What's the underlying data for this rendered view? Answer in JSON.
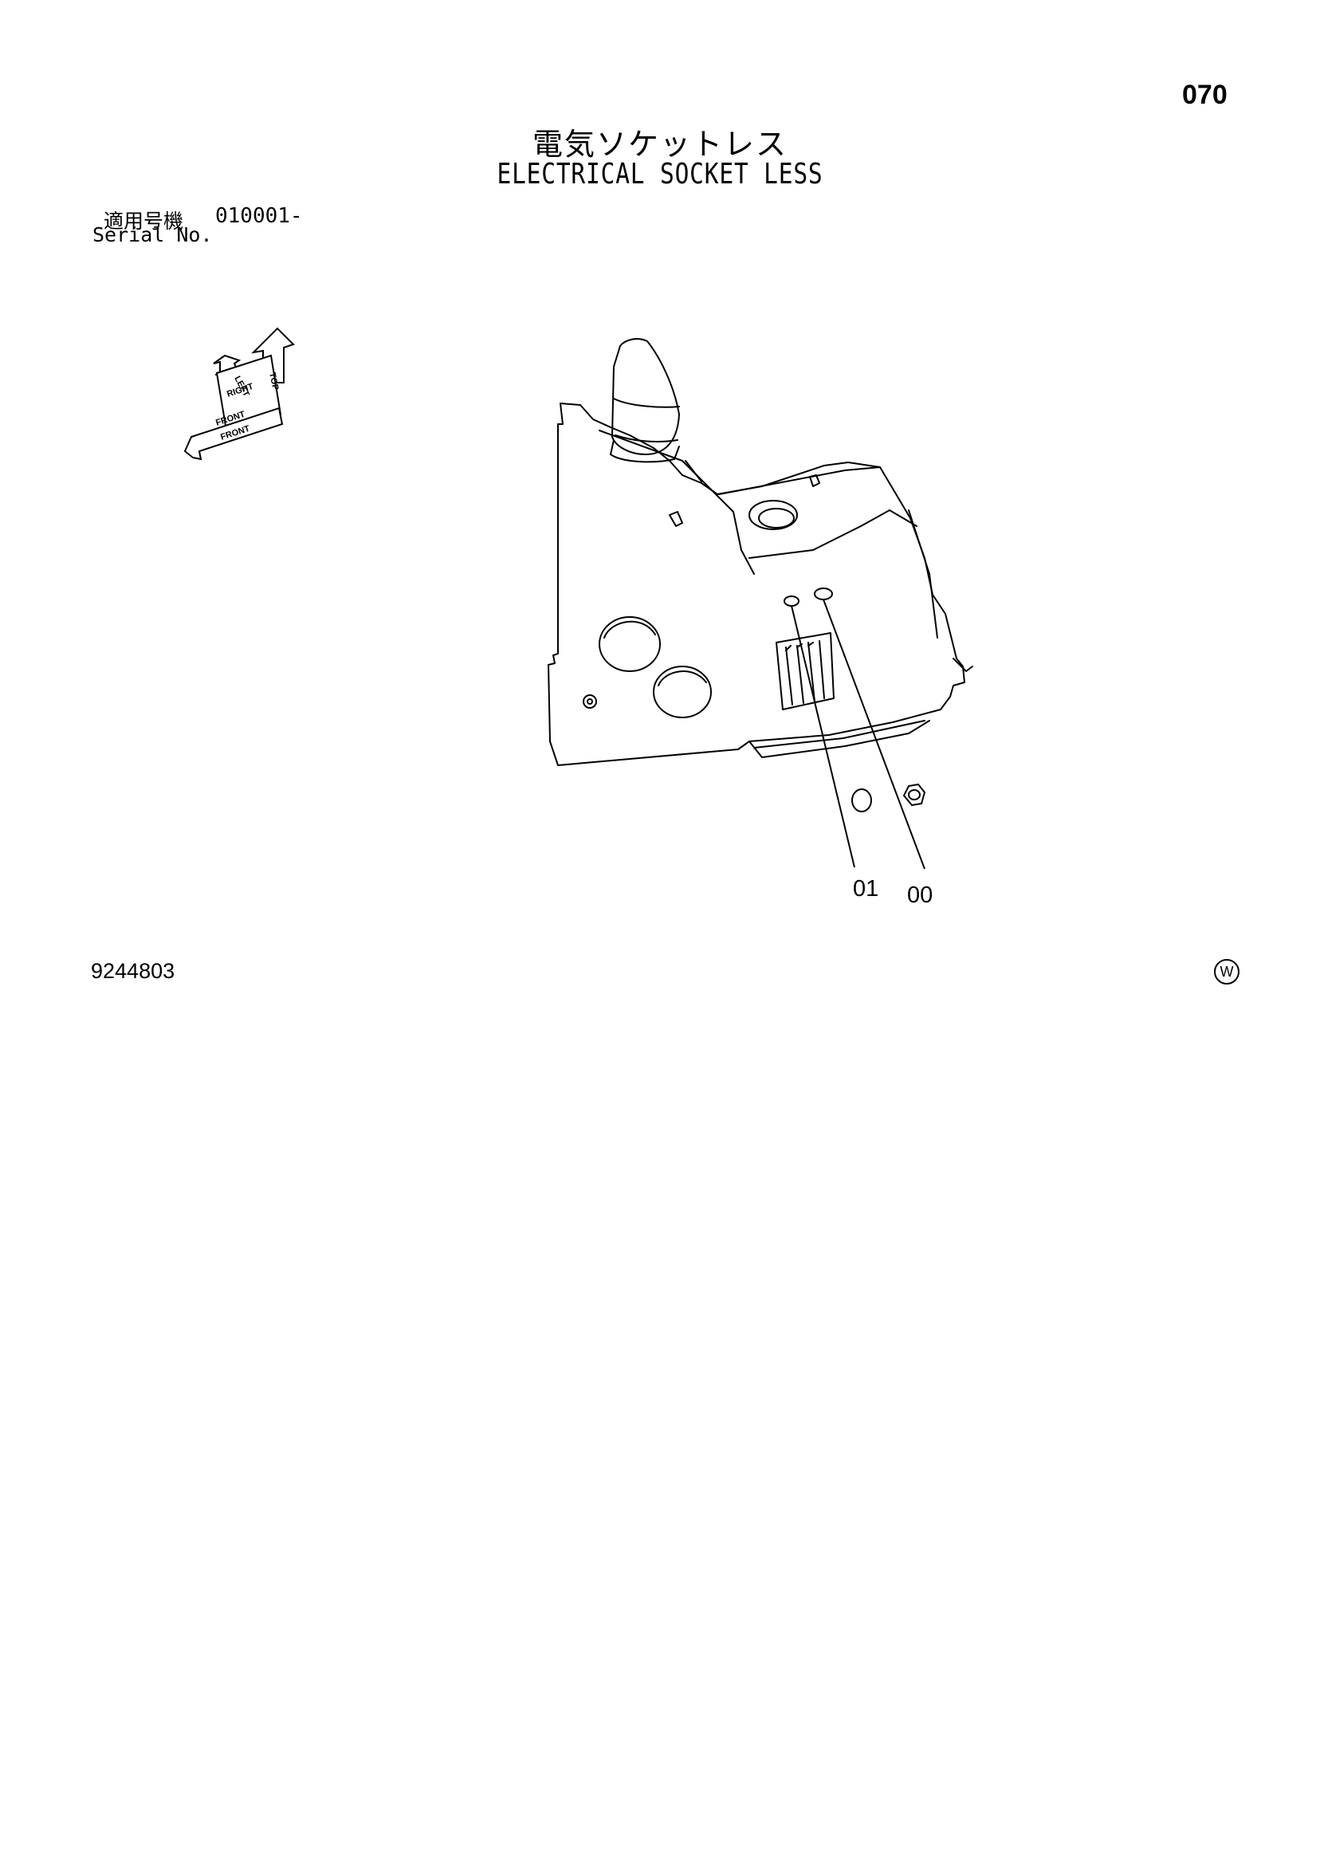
{
  "header": {
    "page_number": "070",
    "title_jp": "電気ソケットレス",
    "title_en": "ELECTRICAL SOCKET LESS"
  },
  "serial": {
    "label_jp": "適用号機",
    "value": "010001-",
    "label_en": "Serial No."
  },
  "orientation_indicator": {
    "top": "TOP",
    "left": "LEFT",
    "right": "RIGHT",
    "front_upper": "FRONT",
    "front_lower": "FRONT"
  },
  "callouts": [
    {
      "id": "01"
    },
    {
      "id": "00"
    }
  ],
  "footer": {
    "doc_number": "9244803",
    "mark": "W"
  }
}
